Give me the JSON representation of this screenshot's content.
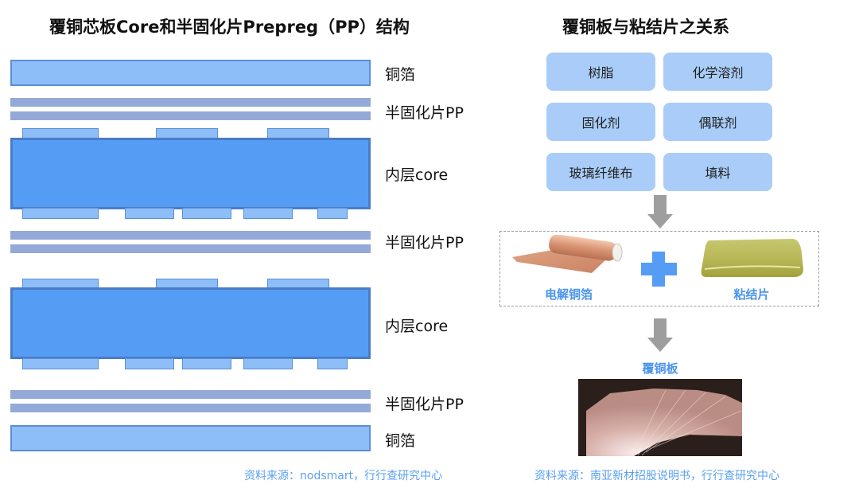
{
  "left_panel": {
    "title": "覆铜芯板Core和半固化片Prepreg（PP）结构",
    "layers": [
      {
        "type": "copper_foil",
        "label": "铜箔"
      },
      {
        "type": "prepreg",
        "label": "半固化片PP"
      },
      {
        "type": "core",
        "label": "内层core"
      },
      {
        "type": "prepreg",
        "label": "半固化片PP"
      },
      {
        "type": "core",
        "label": "内层core"
      },
      {
        "type": "prepreg",
        "label": "半固化片PP"
      },
      {
        "type": "copper_foil",
        "label": "铜箔"
      }
    ],
    "source": "资料来源：nodsmart，行行查研究中心"
  },
  "right_panel": {
    "title": "覆铜板与粘结片之关系",
    "materials": [
      "树脂",
      "化学溶剂",
      "固化剂",
      "偶联剂",
      "玻璃纤维布",
      "填料"
    ],
    "inputs": [
      {
        "label": "电解铜箔",
        "image": "copper-foil-roll"
      },
      {
        "label": "粘结片",
        "image": "prepreg-sheet"
      }
    ],
    "output": {
      "label": "覆铜板",
      "image": "copper-clad-laminate-fan"
    },
    "source": "资料来源：南亚新材招股说明书，行行查研究中心"
  },
  "colors": {
    "foil": "#8dbef8",
    "prepreg": "#93a9d8",
    "core": "#559cf5",
    "chip": "#a9cdf8",
    "accent": "#4b94ee",
    "arrow": "#9e9e9e"
  }
}
